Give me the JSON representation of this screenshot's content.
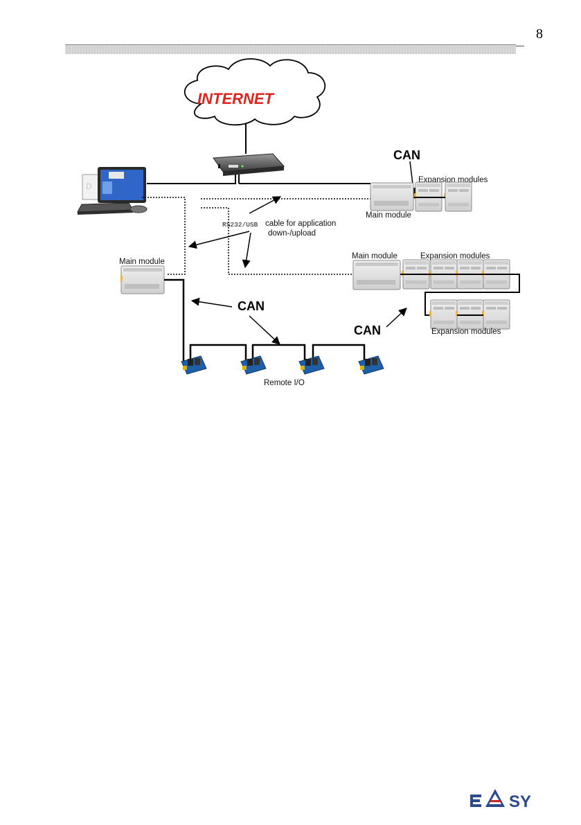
{
  "page": {
    "number": "8"
  },
  "cloud": {
    "label": "INTERNET"
  },
  "labels": {
    "can_top": "CAN",
    "expansion_top": "Expansion modules",
    "main_top": "Main module",
    "rs232": "RS232/USB",
    "cable_line1": "cable for application",
    "cable_line2": "down-/upload",
    "main_left": "Main module",
    "main_mid": "Main module",
    "expansion_mid": "Expansion modules",
    "can_left": "CAN",
    "can_right": "CAN",
    "expansion_bottom": "Expansion modules",
    "remote_io": "Remote I/O"
  },
  "logo": {
    "text": "EASY"
  },
  "colors": {
    "internet": "#e0231b",
    "logo_blue": "#2b4a8c",
    "logo_red": "#c62828"
  }
}
